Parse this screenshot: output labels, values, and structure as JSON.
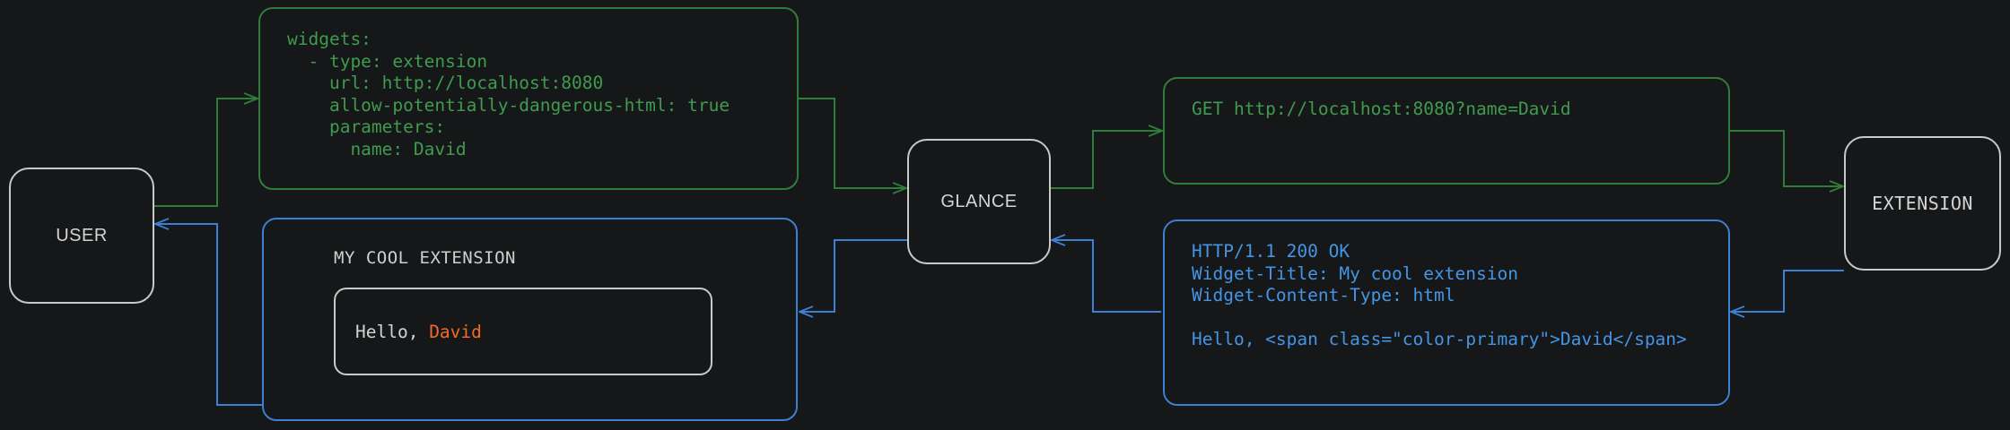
{
  "theme": {
    "background": "#151718",
    "request_color": "#3f9b4f",
    "request_border": "#2f7d3a",
    "response_color": "#4595e6",
    "response_border": "#3d7fd0",
    "node_border": "#c9c9c9",
    "node_text": "#d4d4d4",
    "accent_primary": "#ef6c28"
  },
  "nodes": {
    "user": {
      "label": "USER"
    },
    "glance": {
      "label": "GLANCE"
    },
    "extension": {
      "label": "EXTENSION"
    }
  },
  "panels": {
    "yaml_config": {
      "lines": [
        "widgets:",
        "  - type: extension",
        "    url: http://localhost:8080",
        "    allow-potentially-dangerous-html: true",
        "    parameters:",
        "      name: David"
      ]
    },
    "http_request": {
      "lines": [
        "GET http://localhost:8080?name=David"
      ]
    },
    "http_response": {
      "lines": [
        "HTTP/1.1 200 OK",
        "Widget-Title: My cool extension",
        "Widget-Content-Type: html",
        "",
        "Hello, <span class=\"color-primary\">David</span>"
      ]
    },
    "rendered_widget": {
      "title": "MY COOL EXTENSION",
      "body_prefix": "Hello, ",
      "body_name": "David"
    }
  },
  "flow": {
    "request_edges": [
      "user-to-yaml",
      "yaml-to-glance",
      "glance-to-request",
      "request-to-extension"
    ],
    "response_edges": [
      "extension-to-response",
      "response-to-glance",
      "glance-to-widget",
      "widget-to-user"
    ]
  }
}
